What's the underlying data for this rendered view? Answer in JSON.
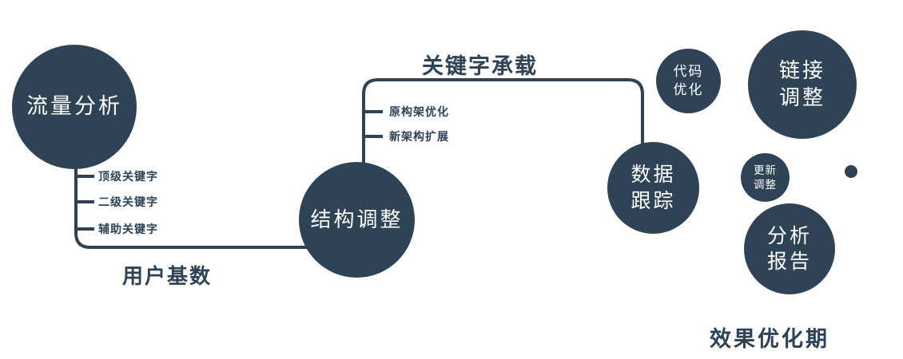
{
  "diagram": {
    "colors": {
      "primary": "#2e4356",
      "text_on_primary": "#ffffff"
    },
    "nodes": {
      "traffic_analysis": {
        "label": "流量分析"
      },
      "structure_adjust": {
        "label": "结构调整"
      },
      "data_tracking": {
        "line1": "数据",
        "line2": "跟踪"
      },
      "code_optimization": {
        "line1": "代码",
        "line2": "优化"
      },
      "link_adjustment": {
        "line1": "链接",
        "line2": "调整"
      },
      "update_adjustment": {
        "line1": "更新",
        "line2": "调整"
      },
      "analysis_report": {
        "line1": "分析",
        "line2": "报告"
      }
    },
    "edge_labels": {
      "user_base": "用户基数",
      "keyword_carrying": "关键字承载"
    },
    "branches": {
      "traffic": [
        "顶级关键字",
        "二级关键字",
        "辅助关键字"
      ],
      "structure": [
        "原构架优化",
        "新架构扩展"
      ]
    },
    "caption": "效果优化期"
  }
}
